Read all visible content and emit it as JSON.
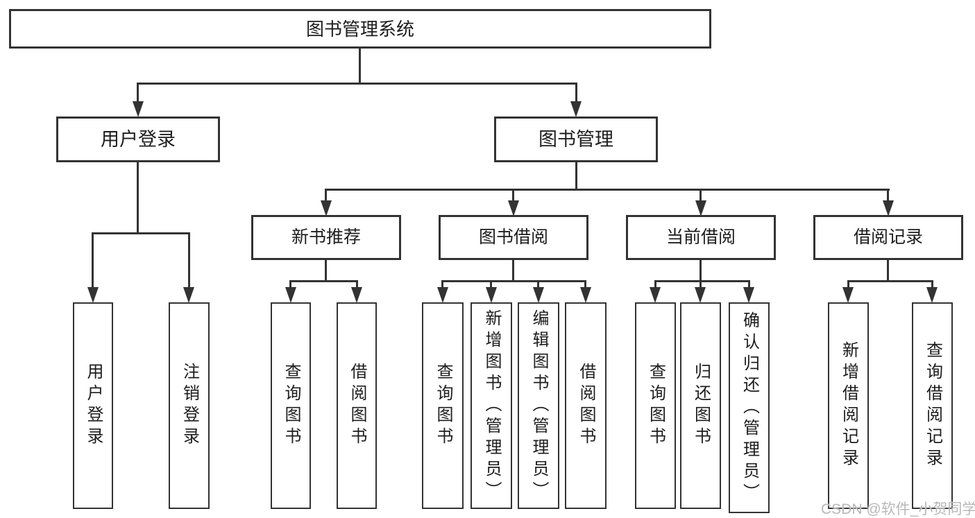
{
  "tree": {
    "label": "图书管理系统",
    "children": [
      {
        "label": "用户登录",
        "children": [
          {
            "label": "用户登录"
          },
          {
            "label": "注销登录"
          }
        ]
      },
      {
        "label": "图书管理",
        "children": [
          {
            "label": "新书推荐",
            "children": [
              {
                "label": "查询图书"
              },
              {
                "label": "借阅图书"
              }
            ]
          },
          {
            "label": "图书借阅",
            "children": [
              {
                "label": "查询图书"
              },
              {
                "label": "新增图书（管理员）"
              },
              {
                "label": "编辑图书（管理员）"
              },
              {
                "label": "借阅图书"
              }
            ]
          },
          {
            "label": "当前借阅",
            "children": [
              {
                "label": "查询图书"
              },
              {
                "label": "归还图书"
              },
              {
                "label": "确认归还（管理员）"
              }
            ]
          },
          {
            "label": "借阅记录",
            "children": [
              {
                "label": "新增借阅记录"
              },
              {
                "label": "查询借阅记录"
              }
            ]
          }
        ]
      }
    ]
  },
  "watermark": {
    "text": "CSDN @软件_小贺同学"
  },
  "colors": {
    "line": "#333333",
    "box_border": "#333333",
    "box_fill": "#ffffff",
    "text": "#1d1d1d",
    "watermark": "#b8b8b8",
    "background": "#ffffff"
  }
}
